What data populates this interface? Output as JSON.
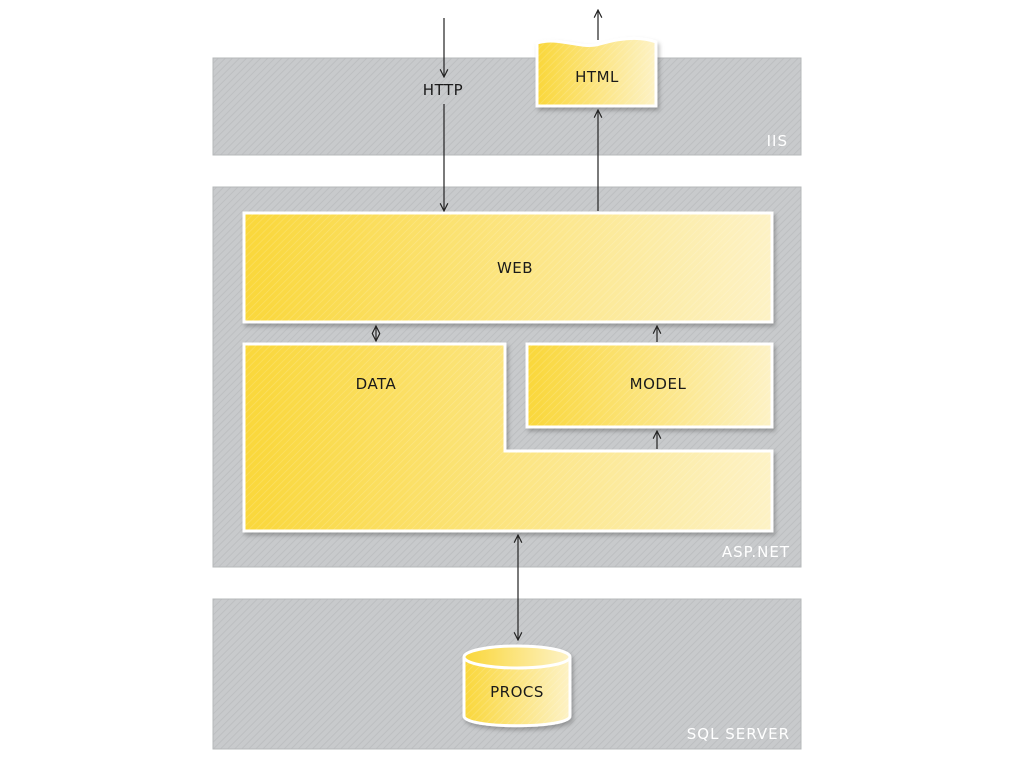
{
  "tiers": {
    "iis": "IIS",
    "aspnet": "ASP.NET",
    "sqlserver": "SQL SERVER"
  },
  "components": {
    "http": "HTTP",
    "html": "HTML",
    "web": "WEB",
    "data": "DATA",
    "model": "MODEL",
    "procs": "PROCS"
  },
  "colors": {
    "tier_fill": "#c8cacc",
    "tier_hatch": "#bec0c2",
    "box_yellow_dark": "#fad93c",
    "box_yellow_light": "#fdf3c4",
    "box_border": "#ffffff",
    "arrow": "#222222"
  }
}
